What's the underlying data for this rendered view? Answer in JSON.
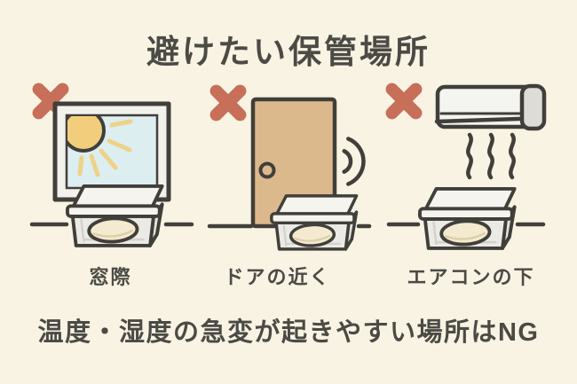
{
  "page": {
    "title": "避けたい保管場所",
    "footer": "温度・湿度の急変が起きやすい場所はNG"
  },
  "scenes": [
    {
      "label": "窓際",
      "icon": "window-sun-icon",
      "marker": "x-mark-icon"
    },
    {
      "label": "ドアの近く",
      "icon": "door-icon",
      "marker": "x-mark-icon"
    },
    {
      "label": "エアコンの下",
      "icon": "air-conditioner-icon",
      "marker": "x-mark-icon"
    }
  ],
  "colors": {
    "background": "#f9f3e3",
    "outline": "#413f3a",
    "text": "#4b4a45",
    "x_mark": "#c76f59",
    "sun": "#f2cd7c",
    "sun_rays": "#eed289",
    "window_glass": "#dceef0",
    "window_frame": "#f2f1ec",
    "door": "#dcb98d",
    "container_body": "#ebeae5",
    "container_lid": "#f5f4ee",
    "bread": "#f4ead0",
    "aircon_body": "#f4f4f0",
    "aircon_cap": "#dddcd6"
  }
}
